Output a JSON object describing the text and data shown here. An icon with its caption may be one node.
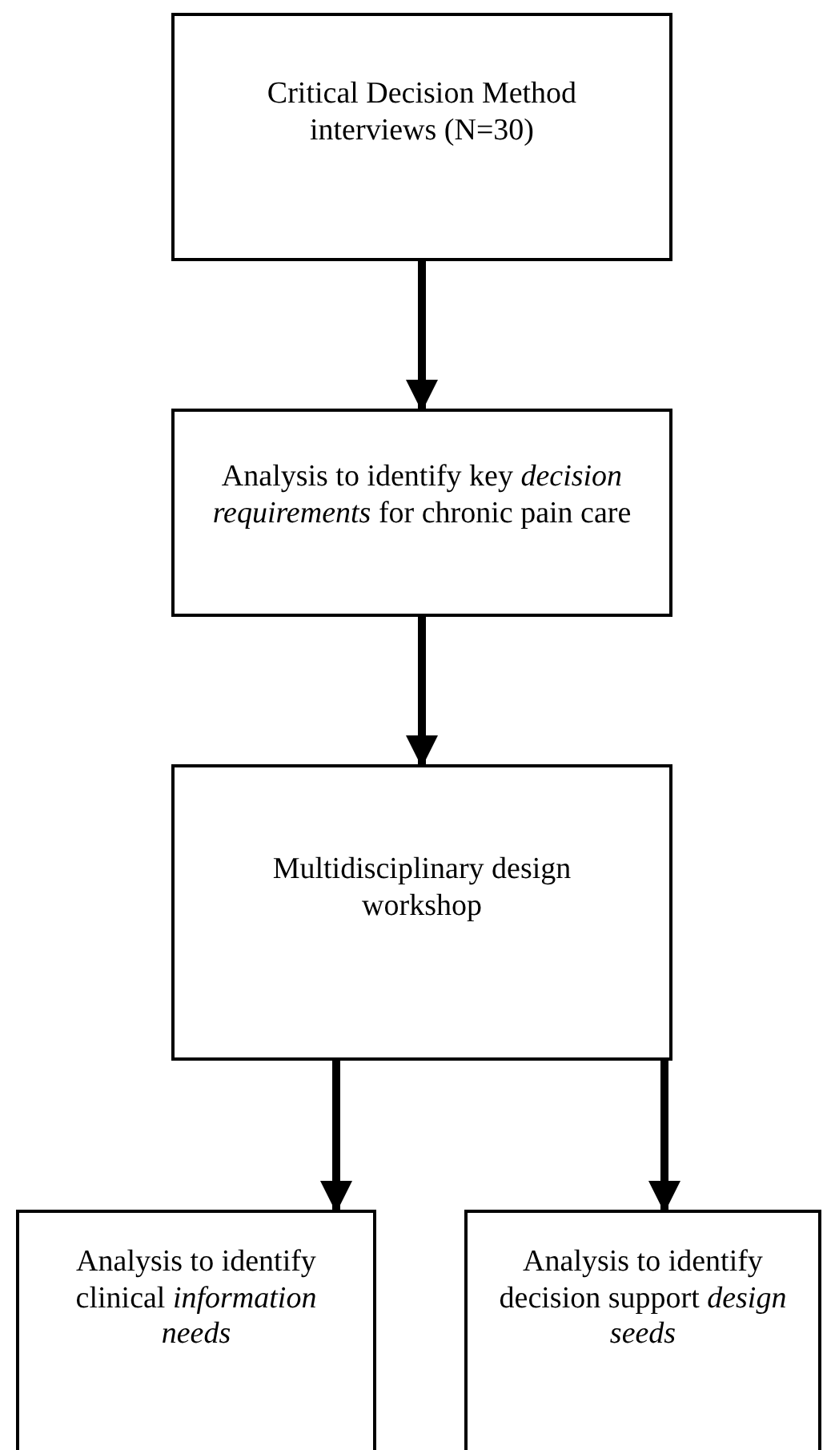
{
  "diagram": {
    "nodes": [
      {
        "text": [
          "Critical Decision Method interviews (N=30)"
        ]
      },
      {
        "text": [
          "Analysis to identify key *decision requirements* for chronic pain care"
        ]
      },
      {
        "text": [
          "Multidisciplinary design workshop"
        ]
      },
      {
        "text": [
          "Analysis to identify clinical *information needs*"
        ]
      },
      {
        "text": [
          "Analysis to identify decision support *design seeds*"
        ]
      }
    ],
    "edges": [
      {
        "from": 0,
        "to": 1,
        "arrow": "to"
      },
      {
        "from": 1,
        "to": 2,
        "arrow": "to"
      },
      {
        "from": 2,
        "to": 3,
        "arrow": "to"
      },
      {
        "from": 2,
        "to": 4,
        "arrow": "to"
      }
    ]
  }
}
